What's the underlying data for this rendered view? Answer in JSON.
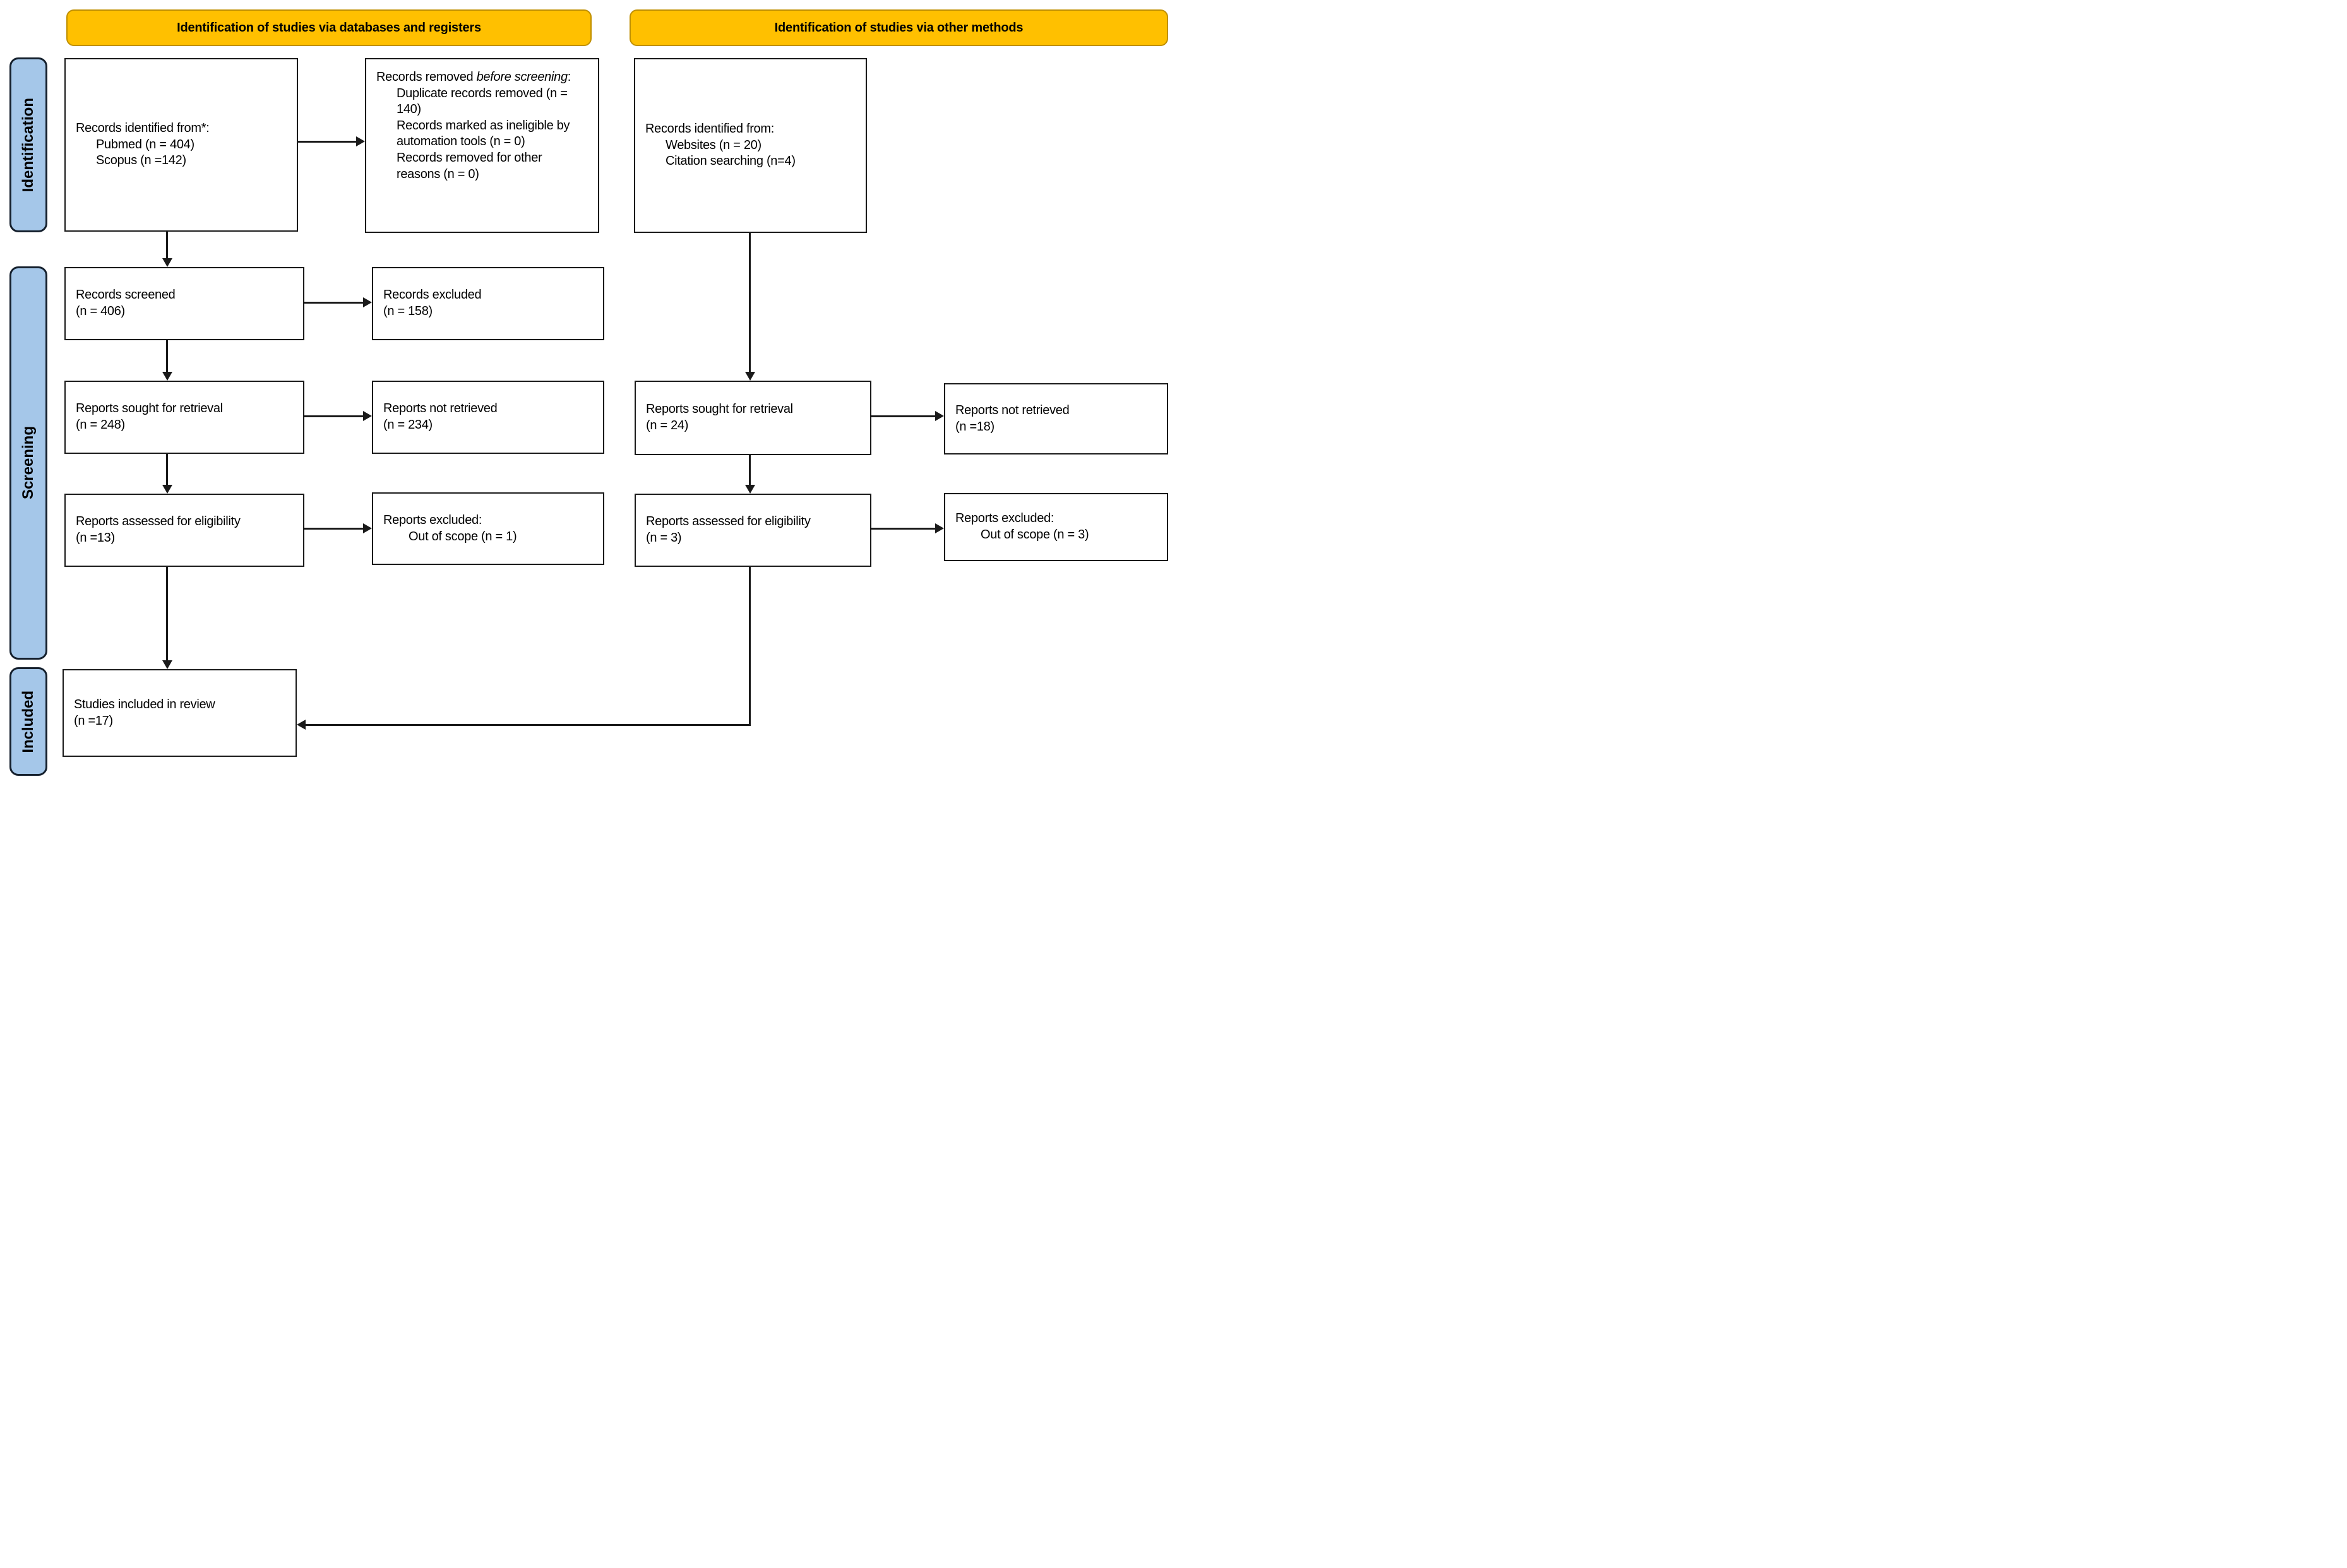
{
  "banners": {
    "databases": "Identification of studies via databases and registers",
    "other": "Identification of studies via other methods"
  },
  "stages": {
    "identification": "Identification",
    "screening": "Screening",
    "included": "Included"
  },
  "boxes": {
    "records_identified_db": {
      "title": "Records identified from*:",
      "items": [
        "Pubmed (n = 404)",
        "Scopus (n =142)"
      ]
    },
    "records_removed": {
      "title_prefix": "Records removed ",
      "title_italic": "before screening",
      "title_suffix": ":",
      "items": [
        "Duplicate records removed (n = 140)",
        "Records marked as ineligible by automation tools (n = 0)",
        "Records removed for other reasons (n = 0)"
      ]
    },
    "records_identified_other": {
      "title": "Records identified from:",
      "items": [
        "Websites (n = 20)",
        "Citation searching (n=4)"
      ]
    },
    "records_screened": {
      "line1": "Records screened",
      "line2": "(n = 406)"
    },
    "records_excluded": {
      "line1": "Records excluded",
      "line2": "(n = 158)"
    },
    "reports_sought_db": {
      "line1": "Reports sought for retrieval",
      "line2": "(n = 248)"
    },
    "reports_not_retrieved_db": {
      "line1": "Reports not retrieved",
      "line2": "(n = 234)"
    },
    "reports_sought_other": {
      "line1": "Reports sought for retrieval",
      "line2": "(n = 24)"
    },
    "reports_not_retrieved_other": {
      "line1": "Reports not retrieved",
      "line2": "(n =18)"
    },
    "reports_assessed_db": {
      "line1": "Reports assessed for eligibility",
      "line2": "(n =13)"
    },
    "reports_excluded_db": {
      "title": "Reports excluded:",
      "items": [
        "Out of scope (n = 1)"
      ]
    },
    "reports_assessed_other": {
      "line1": "Reports assessed for eligibility",
      "line2": "(n = 3)"
    },
    "reports_excluded_other": {
      "title": "Reports excluded:",
      "items": [
        "Out of scope (n = 3)"
      ]
    },
    "studies_included": {
      "line1": "Studies included in review",
      "line2": "(n =17)"
    }
  },
  "colors": {
    "banner_bg": "#FFC000",
    "banner_border": "#BF8F00",
    "stage_bg": "#A5C7E9",
    "stage_border": "#16212E",
    "box_border": "#1A1A1A"
  }
}
